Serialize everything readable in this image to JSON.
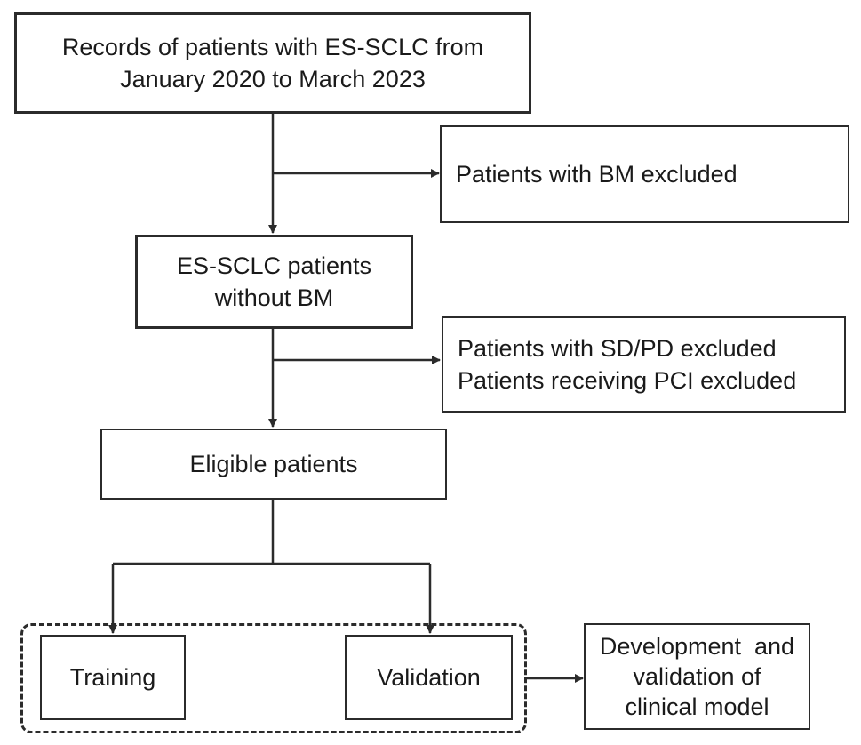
{
  "nodes": {
    "records": {
      "lines": [
        "Records of patients with ES-SCLC from",
        "January 2020 to March 2023"
      ]
    },
    "excl_bm": {
      "lines": [
        "Patients with BM excluded"
      ]
    },
    "no_bm": {
      "lines": [
        "ES-SCLC patients",
        "without BM"
      ]
    },
    "excl_sd": {
      "lines": [
        "Patients with SD/PD excluded",
        "Patients receiving PCI excluded"
      ]
    },
    "eligible": {
      "lines": [
        "Eligible patients"
      ]
    },
    "training": {
      "lines": [
        "Training"
      ]
    },
    "validation": {
      "lines": [
        "Validation"
      ]
    },
    "development": {
      "lines": [
        "Development  and",
        "validation of",
        "clinical model"
      ]
    }
  }
}
